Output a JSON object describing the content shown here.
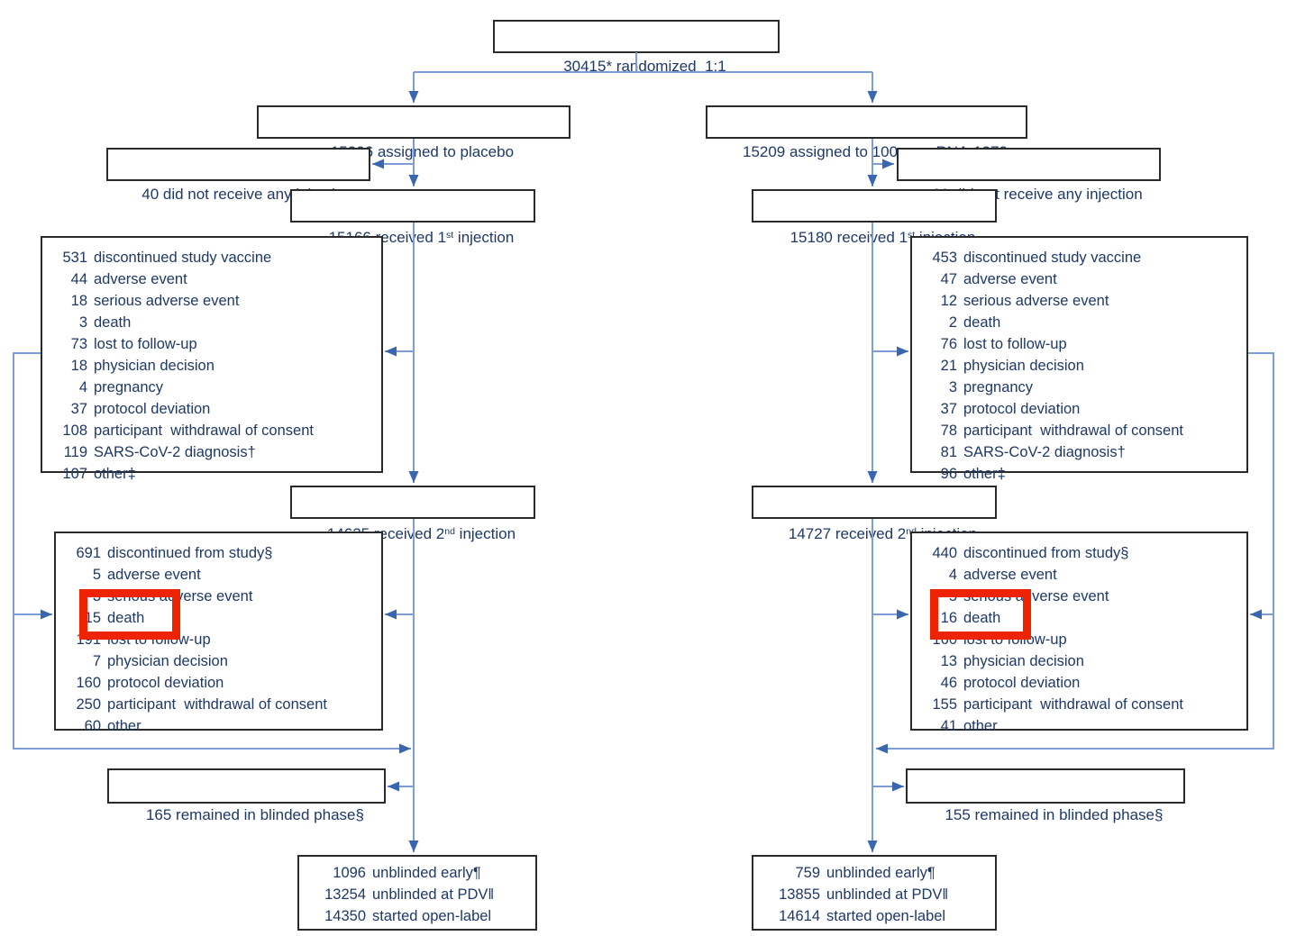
{
  "palette": {
    "line": "#7e9dd8",
    "arrow": "#3a66b0",
    "text": "#1f3864",
    "border": "#2a2a2a",
    "hl": "#ee2400"
  },
  "flow": {
    "randomized": "30415* randomized  1:1",
    "placebo": {
      "assigned": "15206 assigned to placebo",
      "not_injected": "40 did not receive any injection",
      "first_injection": {
        "pre": "15166 received 1",
        "sup": "st",
        "post": " injection"
      },
      "second_injection": {
        "pre": "14635 received 2",
        "sup": "nd",
        "post": " injection"
      },
      "discontinued_vaccine": {
        "rows": [
          {
            "num": "531",
            "label": "discontinued study vaccine"
          },
          {
            "num": "44",
            "label": "adverse event"
          },
          {
            "num": "18",
            "label": "serious adverse event"
          },
          {
            "num": "3",
            "label": "death"
          },
          {
            "num": "73",
            "label": "lost to follow-up"
          },
          {
            "num": "18",
            "label": "physician decision"
          },
          {
            "num": "4",
            "label": "pregnancy"
          },
          {
            "num": "37",
            "label": "protocol deviation"
          },
          {
            "num": "108",
            "label": "participant  withdrawal of consent"
          },
          {
            "num": "119",
            "label": "SARS-CoV-2 diagnosis†"
          },
          {
            "num": "107",
            "label": "other‡"
          }
        ]
      },
      "discontinued_study": {
        "rows": [
          {
            "num": "691",
            "label": "discontinued from study§"
          },
          {
            "num": "5",
            "label": "adverse event"
          },
          {
            "num": "3",
            "label": "serious adverse event"
          },
          {
            "num": "15",
            "label": "death"
          },
          {
            "num": "191",
            "label": "lost to follow-up"
          },
          {
            "num": "7",
            "label": "physician decision"
          },
          {
            "num": "160",
            "label": "protocol deviation"
          },
          {
            "num": "250",
            "label": "participant  withdrawal of consent"
          },
          {
            "num": "60",
            "label": "other"
          }
        ]
      },
      "remained": "165 remained in blinded phase§",
      "final": {
        "rows": [
          {
            "num": "1096",
            "label": "unblinded early¶"
          },
          {
            "num": "13254",
            "label": "unblinded at PDV‖"
          },
          {
            "num": "14350",
            "label": "started open-label"
          }
        ]
      }
    },
    "vaccine": {
      "assigned": "15209 assigned to 100 ug mRNA-1273",
      "not_injected": "29 did not receive any injection",
      "first_injection": {
        "pre": "15180 received 1",
        "sup": "st",
        "post": " injection"
      },
      "second_injection": {
        "pre": "14727 received 2",
        "sup": "nd",
        "post": " injection"
      },
      "discontinued_vaccine": {
        "rows": [
          {
            "num": "453",
            "label": "discontinued study vaccine"
          },
          {
            "num": "47",
            "label": "adverse event"
          },
          {
            "num": "12",
            "label": "serious adverse event"
          },
          {
            "num": "2",
            "label": "death"
          },
          {
            "num": "76",
            "label": "lost to follow-up"
          },
          {
            "num": "21",
            "label": "physician decision"
          },
          {
            "num": "3",
            "label": "pregnancy"
          },
          {
            "num": "37",
            "label": "protocol deviation"
          },
          {
            "num": "78",
            "label": "participant  withdrawal of consent"
          },
          {
            "num": "81",
            "label": "SARS-CoV-2 diagnosis†"
          },
          {
            "num": "96",
            "label": "other‡"
          }
        ]
      },
      "discontinued_study": {
        "rows": [
          {
            "num": "440",
            "label": "discontinued from study§"
          },
          {
            "num": "4",
            "label": "adverse event"
          },
          {
            "num": "5",
            "label": "serious adverse event"
          },
          {
            "num": "16",
            "label": "death"
          },
          {
            "num": "160",
            "label": "lost to follow-up"
          },
          {
            "num": "13",
            "label": "physician decision"
          },
          {
            "num": "46",
            "label": "protocol deviation"
          },
          {
            "num": "155",
            "label": "participant  withdrawal of consent"
          },
          {
            "num": "41",
            "label": "other"
          }
        ]
      },
      "remained": "155 remained in blinded phase§",
      "final": {
        "rows": [
          {
            "num": "759",
            "label": "unblinded early¶"
          },
          {
            "num": "13855",
            "label": "unblinded at PDV‖"
          },
          {
            "num": "14614",
            "label": "started open-label"
          }
        ]
      }
    },
    "highlights": {
      "placebo_deaths": "15 death",
      "vaccine_deaths": "16 death"
    }
  }
}
